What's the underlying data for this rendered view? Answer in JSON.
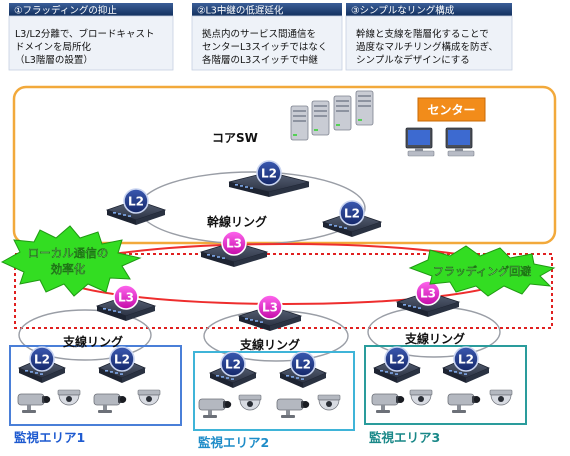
{
  "header_cards": [
    {
      "title": "①フラッディングの抑止",
      "lines": [
        "L3/L2分離で、ブロードキャスト",
        "ドメインを局所化",
        "（L3階層の設置）"
      ]
    },
    {
      "title": "②L3中継の低遅延化",
      "lines": [
        "拠点内のサービス間通信を",
        "センターL3スイッチではなく",
        "各階層のL3スイッチで中継"
      ]
    },
    {
      "title": "③シンプルなリング構成",
      "lines": [
        "幹線と支線を階層化することで",
        "過度なマルチリング構成を防ぎ、",
        "シンプルなデザインにする"
      ]
    }
  ],
  "core": {
    "label": "コアSW",
    "center_label": "センター",
    "ring_label": "幹線リング"
  },
  "badges": {
    "local": [
      "ローカル通信の",
      "効率化"
    ],
    "flood": "フラッディング回避"
  },
  "switch_labels": {
    "l2": "L2",
    "l3": "L3"
  },
  "branch_ring_label": "支線リング",
  "areas": [
    {
      "label": "監視エリア1"
    },
    {
      "label": "監視エリア2"
    },
    {
      "label": "監視エリア3"
    }
  ],
  "colors": {
    "header_dark": "#1a3a6b",
    "header_light": "#eef2f8",
    "core_frame": "#f2a93b",
    "center_badge": "#f28c1a",
    "l3_dashed": "#e02020",
    "l3_circle": "#e020c8",
    "l2_circle": "#233c8c",
    "burst": "#33dd22",
    "area1": "#4a7fd8",
    "area2": "#3fb4d8",
    "area3": "#2a9c9c"
  }
}
